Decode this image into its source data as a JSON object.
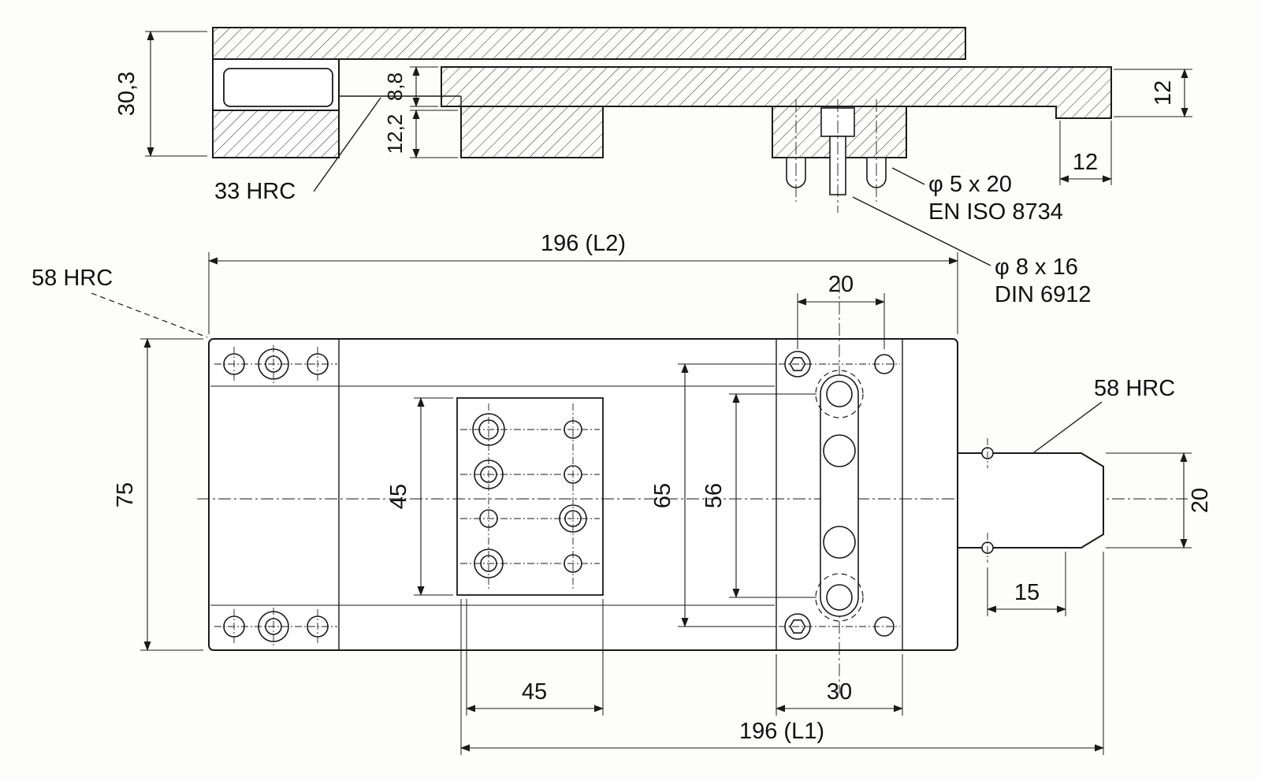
{
  "section": {
    "dim_height": "30,3",
    "dim_gap_upper": "8,8",
    "dim_gap_lower": "12,2",
    "dim_end_thickness": "12",
    "dim_end_width": "12",
    "hardness": "33 HRC",
    "pin_spec_1": "φ 5 x  20",
    "pin_spec_2": "EN ISO 8734",
    "screw_spec_1": "φ  8 x 16",
    "screw_spec_2": "DIN 6912"
  },
  "plan": {
    "dim_l2": "196 (L2)",
    "dim_top_20": "20",
    "dim_width_75": "75",
    "dim_grid_45": "45",
    "dim_span_65": "65",
    "dim_span_56": "56",
    "dim_tongue_20": "20",
    "dim_offset_15": "15",
    "dim_span_30": "30",
    "dim_grid_45b": "45",
    "dim_l1": "196 (L1)",
    "hardness_left": "58 HRC",
    "hardness_right": "58 HRC"
  }
}
